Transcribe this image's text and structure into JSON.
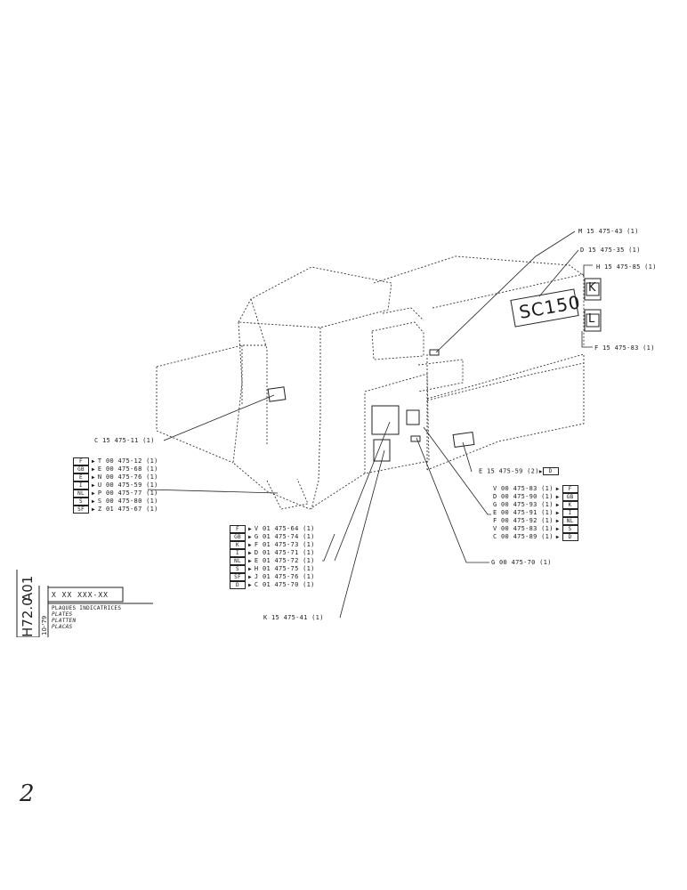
{
  "model_plate": "SC150",
  "letter_plates": [
    "K",
    "L"
  ],
  "callouts": {
    "m": "M 15 475-43 (1)",
    "d": "D 15 475-35 (1)",
    "h": "H 15 475-85 (1)",
    "f": "F 15 475-83 (1)",
    "c": "C 15 475-11 (1)",
    "e": "E 15 475-59 (2)",
    "e_box": "D",
    "g": "G 00 475-70 (1)",
    "k": "K 15 475-41 (1)"
  },
  "legend_left": [
    {
      "code": "F",
      "ref": "T 00 475-12 (1)"
    },
    {
      "code": "GB",
      "ref": "E 00 475-68 (1)"
    },
    {
      "code": "E",
      "ref": "N 00 475-76 (1)"
    },
    {
      "code": "I",
      "ref": "U 00 475-59 (1)"
    },
    {
      "code": "NL",
      "ref": "P 00 475-77 (1)"
    },
    {
      "code": "S",
      "ref": "S 00 475-80 (1)"
    },
    {
      "code": "SF",
      "ref": "Z 01 475-67 (1)"
    }
  ],
  "legend_mid": [
    {
      "code": "F",
      "ref": "V 01 475-64 (1)"
    },
    {
      "code": "GB",
      "ref": "G 01 475-74 (1)"
    },
    {
      "code": "K",
      "ref": "F 01 475-73 (1)"
    },
    {
      "code": "I",
      "ref": "D 01 475-71 (1)"
    },
    {
      "code": "NL",
      "ref": "E 01 475-72 (1)"
    },
    {
      "code": "S",
      "ref": "H 01 475-75 (1)"
    },
    {
      "code": "SF",
      "ref": "J 01 475-76 (1)"
    },
    {
      "code": "D",
      "ref": "C 01 475-70 (1)"
    }
  ],
  "legend_right": [
    {
      "code": "F",
      "ref": "V 00 475-83 (1)"
    },
    {
      "code": "GB",
      "ref": "D 00 475-90 (1)"
    },
    {
      "code": "K",
      "ref": "G 00 475-93 (1)"
    },
    {
      "code": "I",
      "ref": "E 00 475-91 (1)"
    },
    {
      "code": "NL",
      "ref": "F 00 475-92 (1)"
    },
    {
      "code": "S",
      "ref": "V 00 475-83 (1)"
    },
    {
      "code": "D",
      "ref": "C 00 475-89 (1)"
    }
  ],
  "title_block": {
    "group": "A01",
    "section": "H72.0",
    "date": "10-'79",
    "part_number": "X XX XXX-XX",
    "titles": [
      "PLAQUES INDICATRICES",
      "PLATES",
      "PLATTEN",
      "PLACAS"
    ]
  },
  "page_mark": "2"
}
